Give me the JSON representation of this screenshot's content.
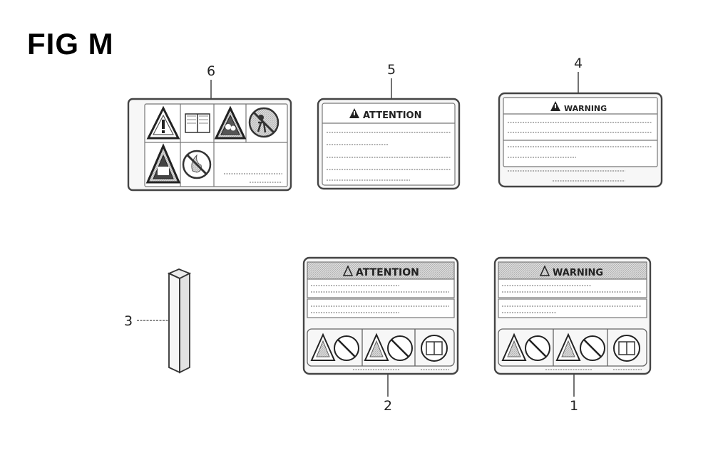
{
  "figure": {
    "title": "FIG M"
  },
  "labels": [
    {
      "callout": "1",
      "header": "WARNING"
    },
    {
      "callout": "2",
      "header": "ATTENTION"
    },
    {
      "callout": "3"
    },
    {
      "callout": "4",
      "header": "WARNING"
    },
    {
      "callout": "5",
      "header": "ATTENTION"
    },
    {
      "callout": "6"
    }
  ],
  "icons": {
    "label1": [
      "warning-triangle",
      "prohibition",
      "warning-triangle",
      "prohibition",
      "manual-book"
    ],
    "label2": [
      "warning-triangle",
      "prohibition",
      "warning-triangle",
      "prohibition",
      "manual-book"
    ],
    "label6": [
      "warning-triangle",
      "manual-book",
      "hot-surface-warning",
      "no-children-prohibition",
      "crush-warning",
      "no-fire-prohibition"
    ]
  },
  "colors": {
    "line": "#444444",
    "fill": "#f7f7f7"
  }
}
